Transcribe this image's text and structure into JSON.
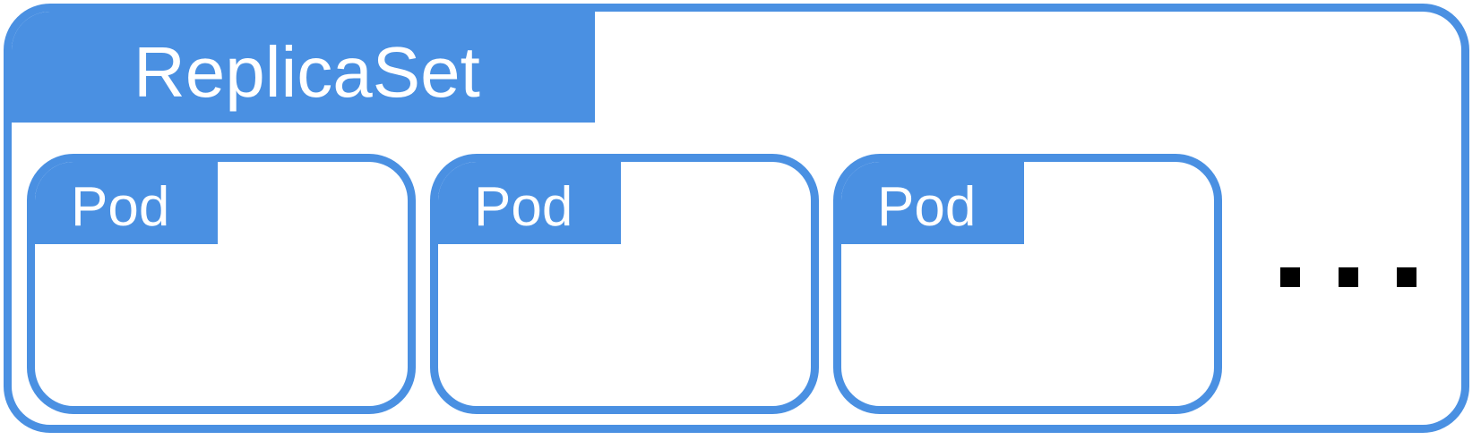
{
  "diagram": {
    "container_label": "ReplicaSet",
    "pods": [
      {
        "label": "Pod"
      },
      {
        "label": "Pod"
      },
      {
        "label": "Pod"
      }
    ],
    "continuation": "...",
    "colors": {
      "accent": "#4a90e2",
      "background": "#ffffff",
      "label_text": "#ffffff",
      "ellipsis": "#000000"
    }
  }
}
